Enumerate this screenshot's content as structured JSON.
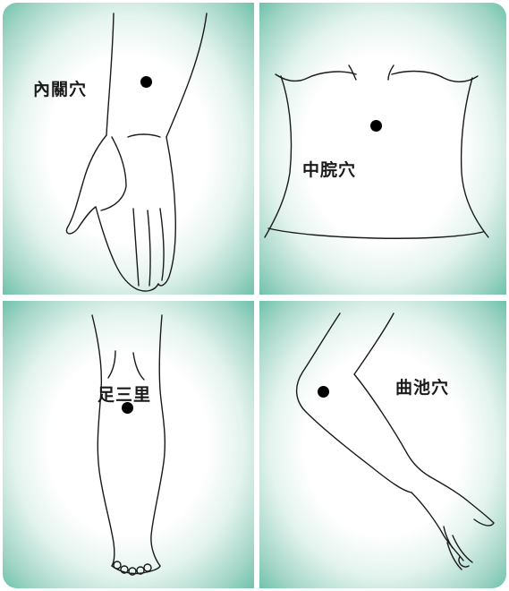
{
  "panels": [
    {
      "id": "neiguan",
      "label": "內關穴",
      "body_part": "wrist-and-hand"
    },
    {
      "id": "zhongwan",
      "label": "中脘穴",
      "body_part": "abdomen"
    },
    {
      "id": "zusanli",
      "label": "足三里",
      "body_part": "lower-leg"
    },
    {
      "id": "quchi",
      "label": "曲池穴",
      "body_part": "bent-arm"
    }
  ],
  "colors": {
    "panel_edge": "#6fc2ad",
    "line": "#1a1a1a",
    "point": "#000000"
  }
}
